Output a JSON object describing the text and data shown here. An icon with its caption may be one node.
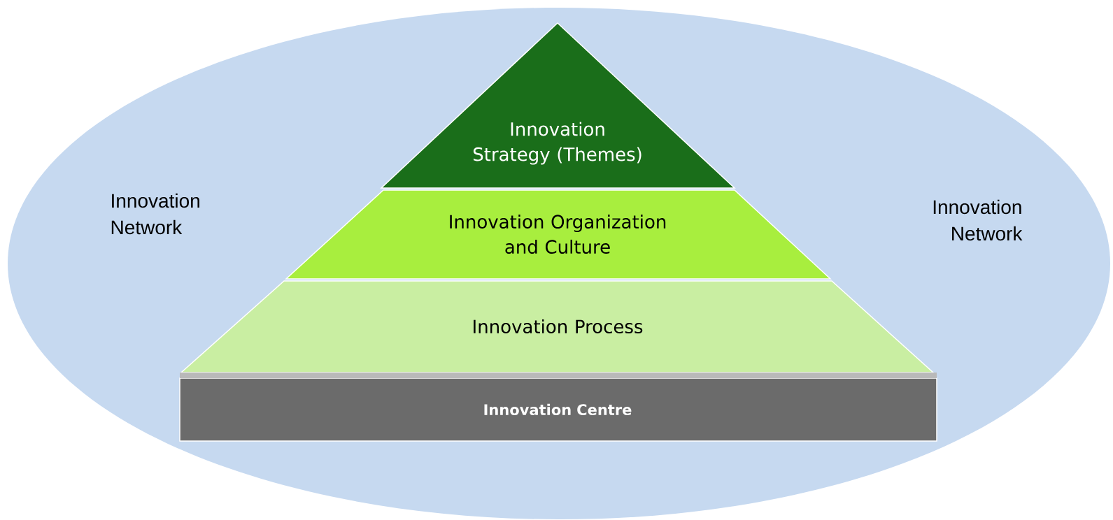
{
  "diagram": {
    "nodes": [
      {
        "text": [
          "Innovation Network",
          "Innovation Network"
        ]
      },
      {
        "text": [
          "Innovation Strategy (Themes)"
        ],
        "in": 0
      },
      {
        "text": [
          "Innovation Organization and Culture"
        ],
        "in": 0
      },
      {
        "text": [
          "Innovation Process"
        ],
        "in": 0
      },
      {
        "text": [
          "Innovation Centre"
        ],
        "in": 0
      }
    ]
  }
}
